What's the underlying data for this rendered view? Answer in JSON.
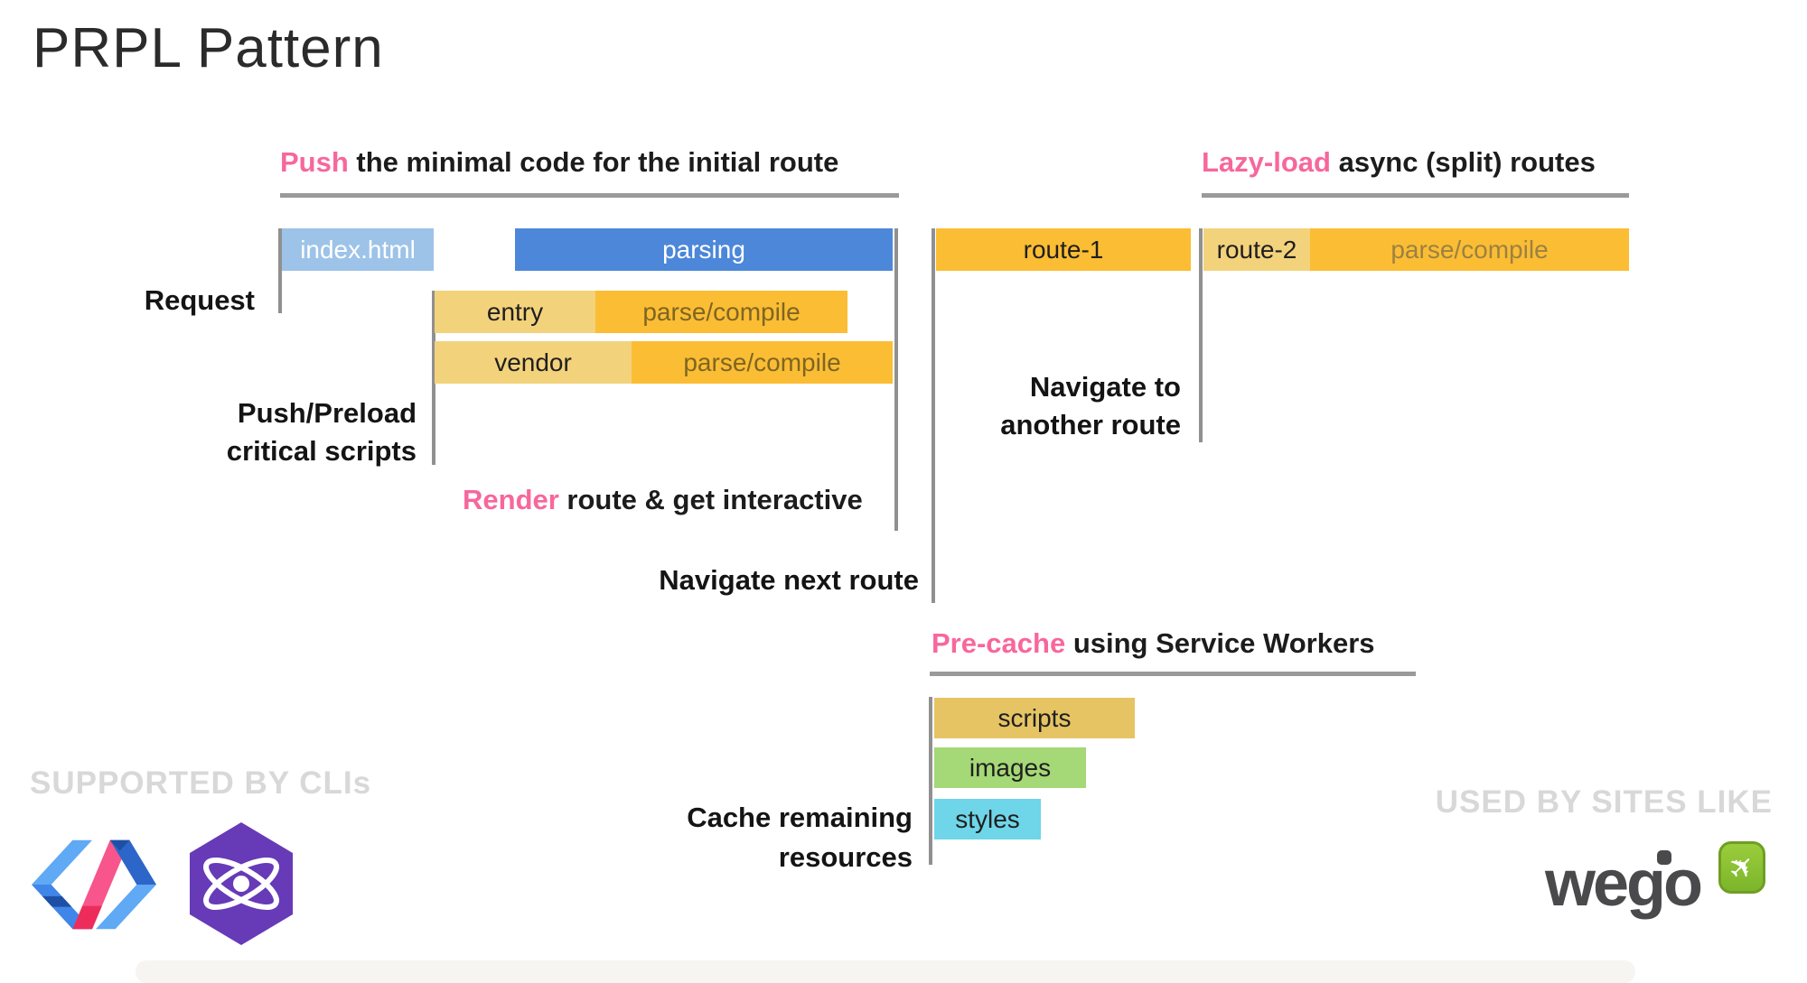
{
  "title": "PRPL Pattern",
  "headings": {
    "push": {
      "highlight": "Push",
      "rest": " the minimal code for the initial route"
    },
    "lazy_load": {
      "highlight": "Lazy-load",
      "rest": " async (split) routes"
    },
    "pre_cache": {
      "highlight": "Pre-cache",
      "rest": " using Service Workers"
    },
    "render": {
      "highlight": "Render",
      "rest": " route & get interactive"
    }
  },
  "labels": {
    "request": "Request",
    "push_preload": [
      "Push/Preload",
      "critical scripts"
    ],
    "navigate_next": "Navigate next route",
    "navigate_another": [
      "Navigate to",
      "another route"
    ],
    "cache_remaining": [
      "Cache remaining",
      "resources"
    ]
  },
  "bars": {
    "index_html": "index.html",
    "parsing": "parsing",
    "entry": "entry",
    "entry_parse": "parse/compile",
    "vendor": "vendor",
    "vendor_parse": "parse/compile",
    "route_1": "route-1",
    "route_2": "route-2",
    "route_2_parse": "parse/compile",
    "scripts": "scripts",
    "images": "images",
    "styles": "styles"
  },
  "footer": {
    "supported_by": "SUPPORTED BY CLIs",
    "used_by": "USED BY SITES LIKE",
    "wego_text": "wego"
  },
  "icons": {
    "wego_airplane": "✈",
    "polymer_logo": "polymer-logo",
    "preact_logo": "preact-atom-hexagon"
  },
  "colors": {
    "accent_pink": "#F7679C",
    "bar_blue": "#4C87D9",
    "bar_light_blue": "#9DC3E8",
    "bar_amber": "#FBBD33",
    "bar_tan": "#F3D27C",
    "bar_gold": "#E6C464",
    "bar_green": "#A5D876",
    "bar_cyan": "#6FD5E8",
    "line_gray": "#909090",
    "watermark_gray": "#D8D8D8",
    "preact_purple": "#673AB8",
    "wego_green": "#8DC63F",
    "wego_dark": "#4A4A4C"
  }
}
